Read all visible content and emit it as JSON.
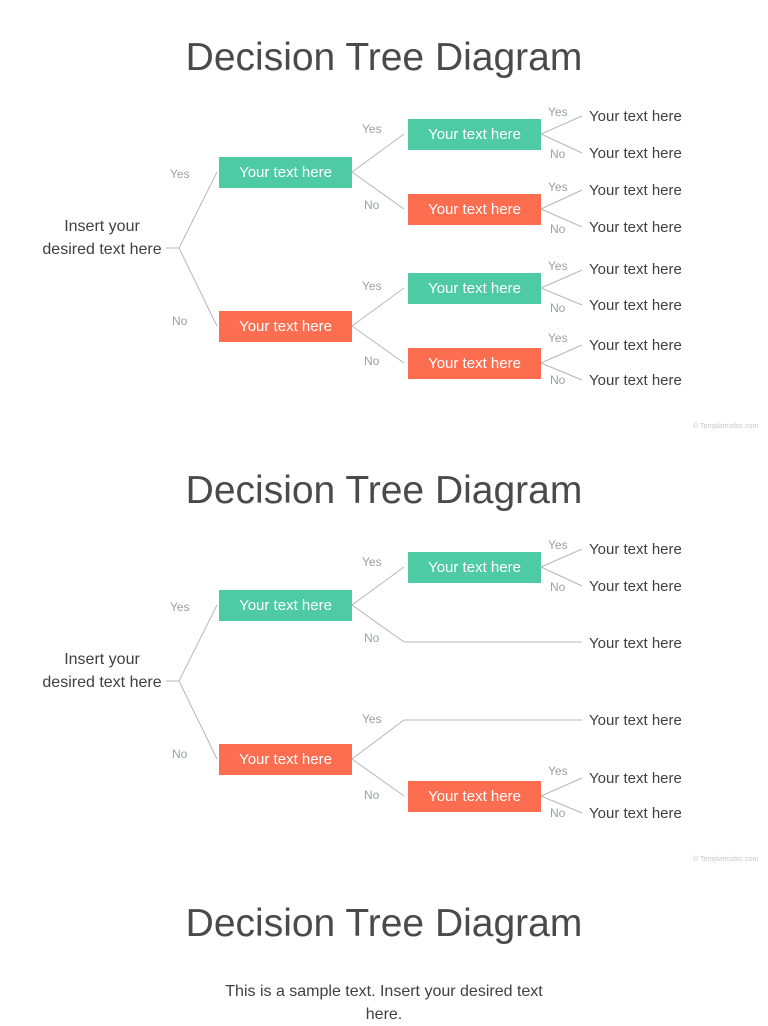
{
  "slides": [
    {
      "title": "Decision Tree Diagram",
      "root": "Insert your desired text here",
      "level1": [
        "Your text here",
        "Your text here"
      ],
      "level2": [
        "Your text here",
        "Your text here",
        "Your text here",
        "Your text here"
      ],
      "leaves": [
        "Your text here",
        "Your text here",
        "Your text here",
        "Your text here",
        "Your text here",
        "Your text here",
        "Your text here",
        "Your text here"
      ],
      "credit": "© Templatesdoc.com"
    },
    {
      "title": "Decision Tree Diagram",
      "root": "Insert your desired text here",
      "level1": [
        "Your text here",
        "Your text here"
      ],
      "level2": [
        "Your text here",
        "Your text here"
      ],
      "leaves": [
        "Your text here",
        "Your text here",
        "Your text here",
        "Your text here",
        "Your text here",
        "Your text here"
      ],
      "credit": "© Templatesdoc.com"
    },
    {
      "title": "Decision Tree Diagram",
      "body": "This is a sample text. Insert your desired text here."
    }
  ],
  "labels": {
    "yes": "Yes",
    "no": "No"
  },
  "colors": {
    "yes_node": "#4ecaa5",
    "no_node": "#fd6d4f",
    "connector": "#b7b7b7",
    "title": "#4a4a4a"
  }
}
